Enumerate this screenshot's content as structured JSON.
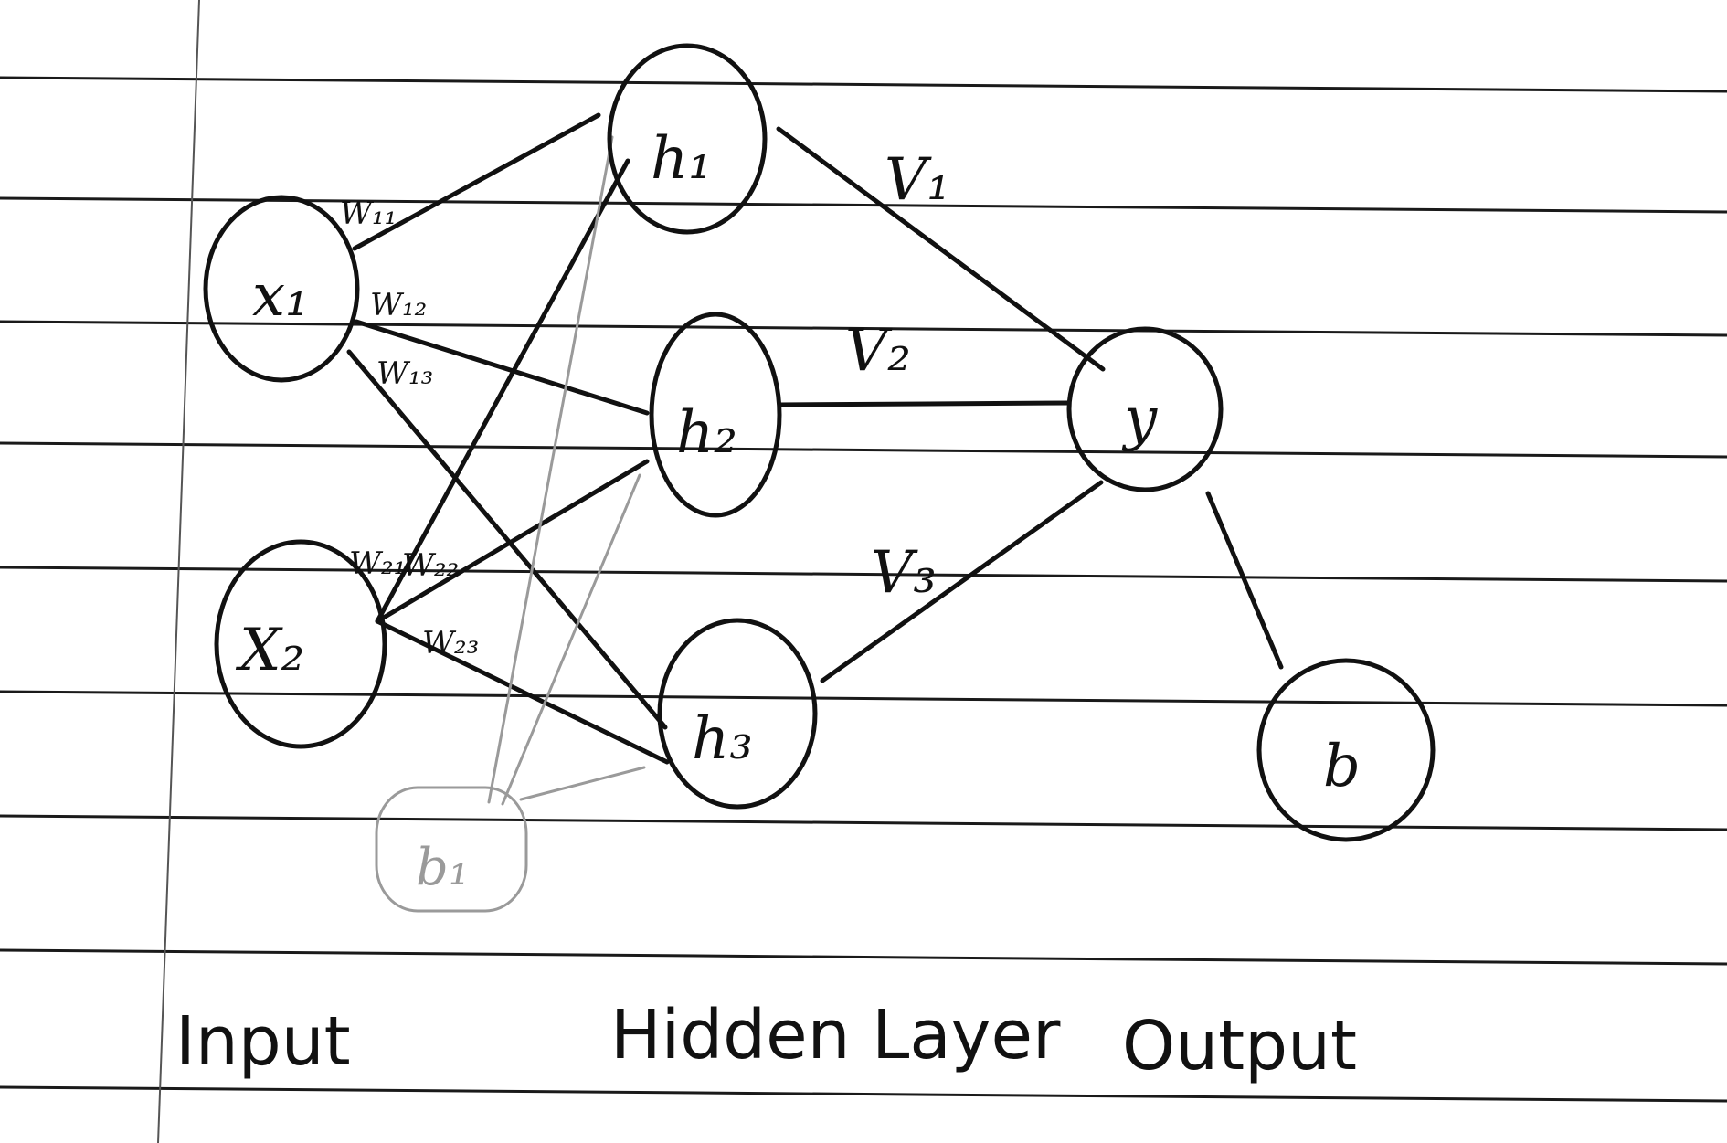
{
  "nodes": {
    "x1": "x₁",
    "x2": "X₂",
    "h1": "h₁",
    "h2": "h₂",
    "h3": "h₃",
    "y": "y",
    "b": "b",
    "b1": "b₁"
  },
  "weights": {
    "w11": "W₁₁",
    "w12": "W₁₂",
    "w13": "W₁₃",
    "w21": "W₂₁",
    "w22": "W₂₂",
    "w23": "W₂₃",
    "v1": "V₁",
    "v2": "V₂",
    "v3": "V₃"
  },
  "layers": {
    "input": "Input",
    "hidden": "Hidden Layer",
    "output": "Output"
  },
  "colors": {
    "paper": "#ffffff",
    "ruled_line": "#1a1a1a",
    "ink": "#111111",
    "faded_ink": "#9a9a9a"
  }
}
